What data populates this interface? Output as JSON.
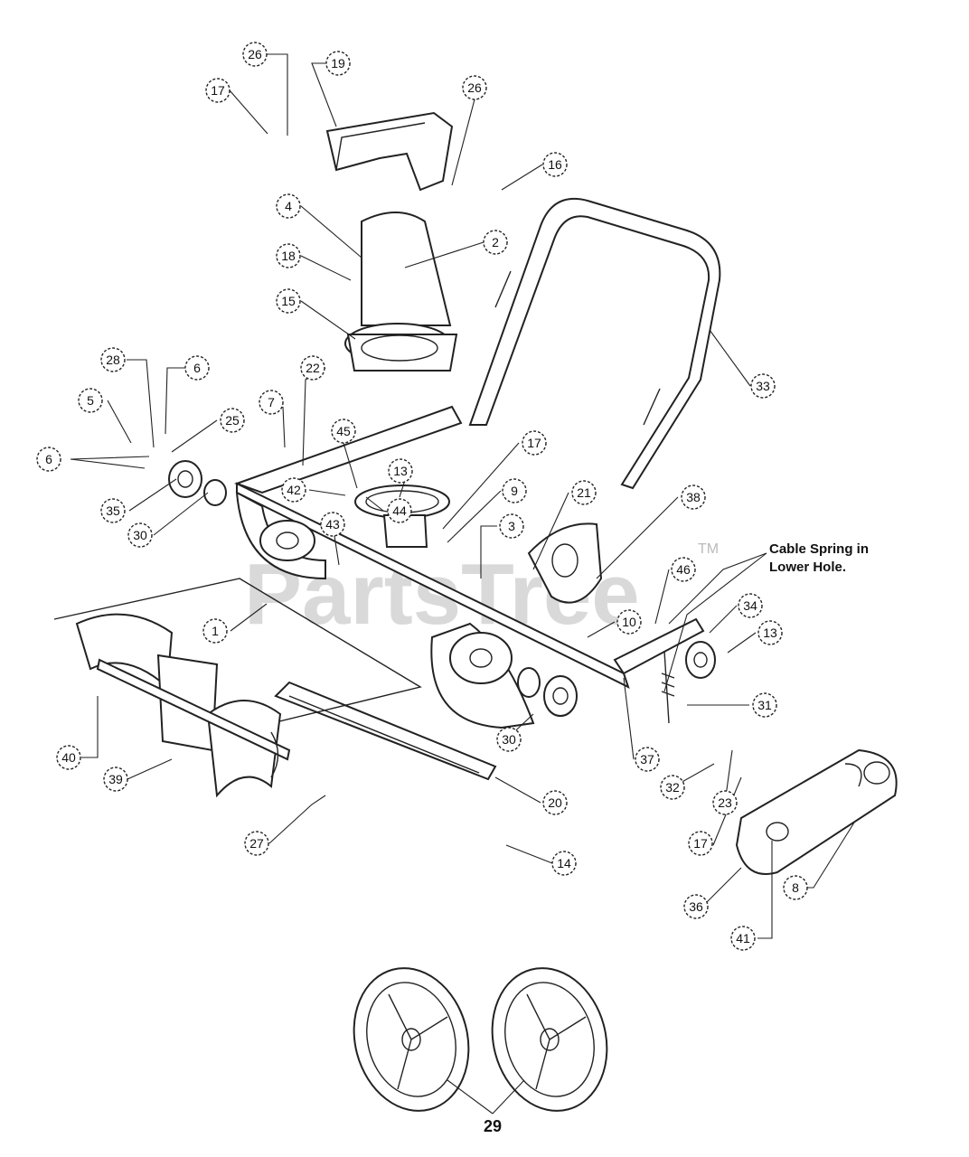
{
  "watermark": {
    "text": "PartsTree",
    "tm": "TM"
  },
  "note": {
    "line1": "Cable Spring in",
    "line2": "Lower Hole."
  },
  "bottom_label": "29",
  "callouts": [
    {
      "id": "c26a",
      "label": "26"
    },
    {
      "id": "c19",
      "label": "19"
    },
    {
      "id": "c17a",
      "label": "17"
    },
    {
      "id": "c26b",
      "label": "26"
    },
    {
      "id": "c16",
      "label": "16"
    },
    {
      "id": "c4",
      "label": "4"
    },
    {
      "id": "c2",
      "label": "2"
    },
    {
      "id": "c18",
      "label": "18"
    },
    {
      "id": "c15",
      "label": "15"
    },
    {
      "id": "c33",
      "label": "33"
    },
    {
      "id": "c28",
      "label": "28"
    },
    {
      "id": "c6a",
      "label": "6"
    },
    {
      "id": "c22",
      "label": "22"
    },
    {
      "id": "c5",
      "label": "5"
    },
    {
      "id": "c25",
      "label": "25"
    },
    {
      "id": "c7",
      "label": "7"
    },
    {
      "id": "c45",
      "label": "45"
    },
    {
      "id": "c17b",
      "label": "17"
    },
    {
      "id": "c6b",
      "label": "6"
    },
    {
      "id": "c13a",
      "label": "13"
    },
    {
      "id": "c9",
      "label": "9"
    },
    {
      "id": "c21",
      "label": "21"
    },
    {
      "id": "c38",
      "label": "38"
    },
    {
      "id": "c42",
      "label": "42"
    },
    {
      "id": "c44",
      "label": "44"
    },
    {
      "id": "c35",
      "label": "35"
    },
    {
      "id": "c30a",
      "label": "30"
    },
    {
      "id": "c3",
      "label": "3"
    },
    {
      "id": "c43",
      "label": "43"
    },
    {
      "id": "c46",
      "label": "46"
    },
    {
      "id": "c34",
      "label": "34"
    },
    {
      "id": "c13b",
      "label": "13"
    },
    {
      "id": "c1",
      "label": "1"
    },
    {
      "id": "c10",
      "label": "10"
    },
    {
      "id": "c31",
      "label": "31"
    },
    {
      "id": "c40",
      "label": "40"
    },
    {
      "id": "c30b",
      "label": "30"
    },
    {
      "id": "c37",
      "label": "37"
    },
    {
      "id": "c32",
      "label": "32"
    },
    {
      "id": "c39",
      "label": "39"
    },
    {
      "id": "c20",
      "label": "20"
    },
    {
      "id": "c23",
      "label": "23"
    },
    {
      "id": "c27",
      "label": "27"
    },
    {
      "id": "c17c",
      "label": "17"
    },
    {
      "id": "c14",
      "label": "14"
    },
    {
      "id": "c8",
      "label": "8"
    },
    {
      "id": "c36",
      "label": "36"
    },
    {
      "id": "c41",
      "label": "41"
    }
  ]
}
